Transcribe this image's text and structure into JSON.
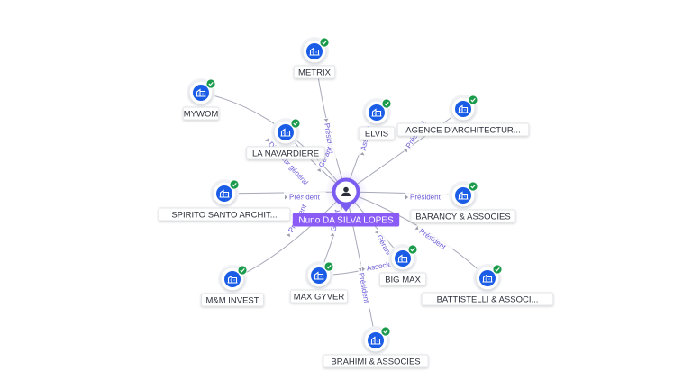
{
  "colors": {
    "company_icon": "#1a5ce6",
    "verified_badge": "#1a9a4b",
    "person_node": "#7b5cf0",
    "person_label_bg": "#8a5cf5",
    "edge_label": "#6b5bd6",
    "edge": "#a7a9b8"
  },
  "center": {
    "name": "Nuno DA SILVA LOPES",
    "icon": "person-icon"
  },
  "companies": [
    {
      "id": "metrix",
      "name": "METRIX",
      "icon": "company-building-icon",
      "verified": true
    },
    {
      "id": "elvis",
      "name": "ELVIS",
      "icon": "company-building-icon",
      "verified": true
    },
    {
      "id": "agence",
      "name": "AGENCE D'ARCHITECTUR...",
      "icon": "company-building-icon",
      "verified": true
    },
    {
      "id": "mywom",
      "name": "MYWOM",
      "icon": "company-building-icon",
      "verified": true
    },
    {
      "id": "navardiere",
      "name": "LA NAVARDIERE",
      "icon": "company-building-icon",
      "verified": true
    },
    {
      "id": "spirito",
      "name": "SPIRITO SANTO ARCHIT...",
      "icon": "company-building-icon",
      "verified": true
    },
    {
      "id": "barancy",
      "name": "BARANCY & ASSOCIES",
      "icon": "company-building-icon",
      "verified": true
    },
    {
      "id": "mminvest",
      "name": "M&M INVEST",
      "icon": "company-building-icon",
      "verified": true
    },
    {
      "id": "maxgyver",
      "name": "MAX GYVER",
      "icon": "company-building-icon",
      "verified": true
    },
    {
      "id": "bigmax",
      "name": "BIG MAX",
      "icon": "company-building-icon",
      "verified": true
    },
    {
      "id": "battistelli",
      "name": "BATTISTELLI & ASSOCI...",
      "icon": "company-building-icon",
      "verified": true
    },
    {
      "id": "brahimi",
      "name": "BRAHIMI & ASSOCIES",
      "icon": "company-building-icon",
      "verified": true
    }
  ],
  "relations": [
    {
      "target": "metrix",
      "label": "Président"
    },
    {
      "target": "elvis",
      "label": "Associé"
    },
    {
      "target": "agence",
      "label": "Président"
    },
    {
      "target": "mywom",
      "label": "Directeur général"
    },
    {
      "target": "navardiere",
      "label": "Gérant"
    },
    {
      "target": "spirito",
      "label": "Président"
    },
    {
      "target": "barancy",
      "label": "Président"
    },
    {
      "target": "mminvest",
      "label": "Président"
    },
    {
      "target": "maxgyver",
      "label": "Gérant"
    },
    {
      "target": "bigmax",
      "label": "Gérant"
    },
    {
      "target": "battistelli",
      "label": "Président"
    },
    {
      "target": "brahimi",
      "label": "Président"
    },
    {
      "from": "bigmax",
      "target": "maxgyver",
      "label": "Associé"
    }
  ]
}
